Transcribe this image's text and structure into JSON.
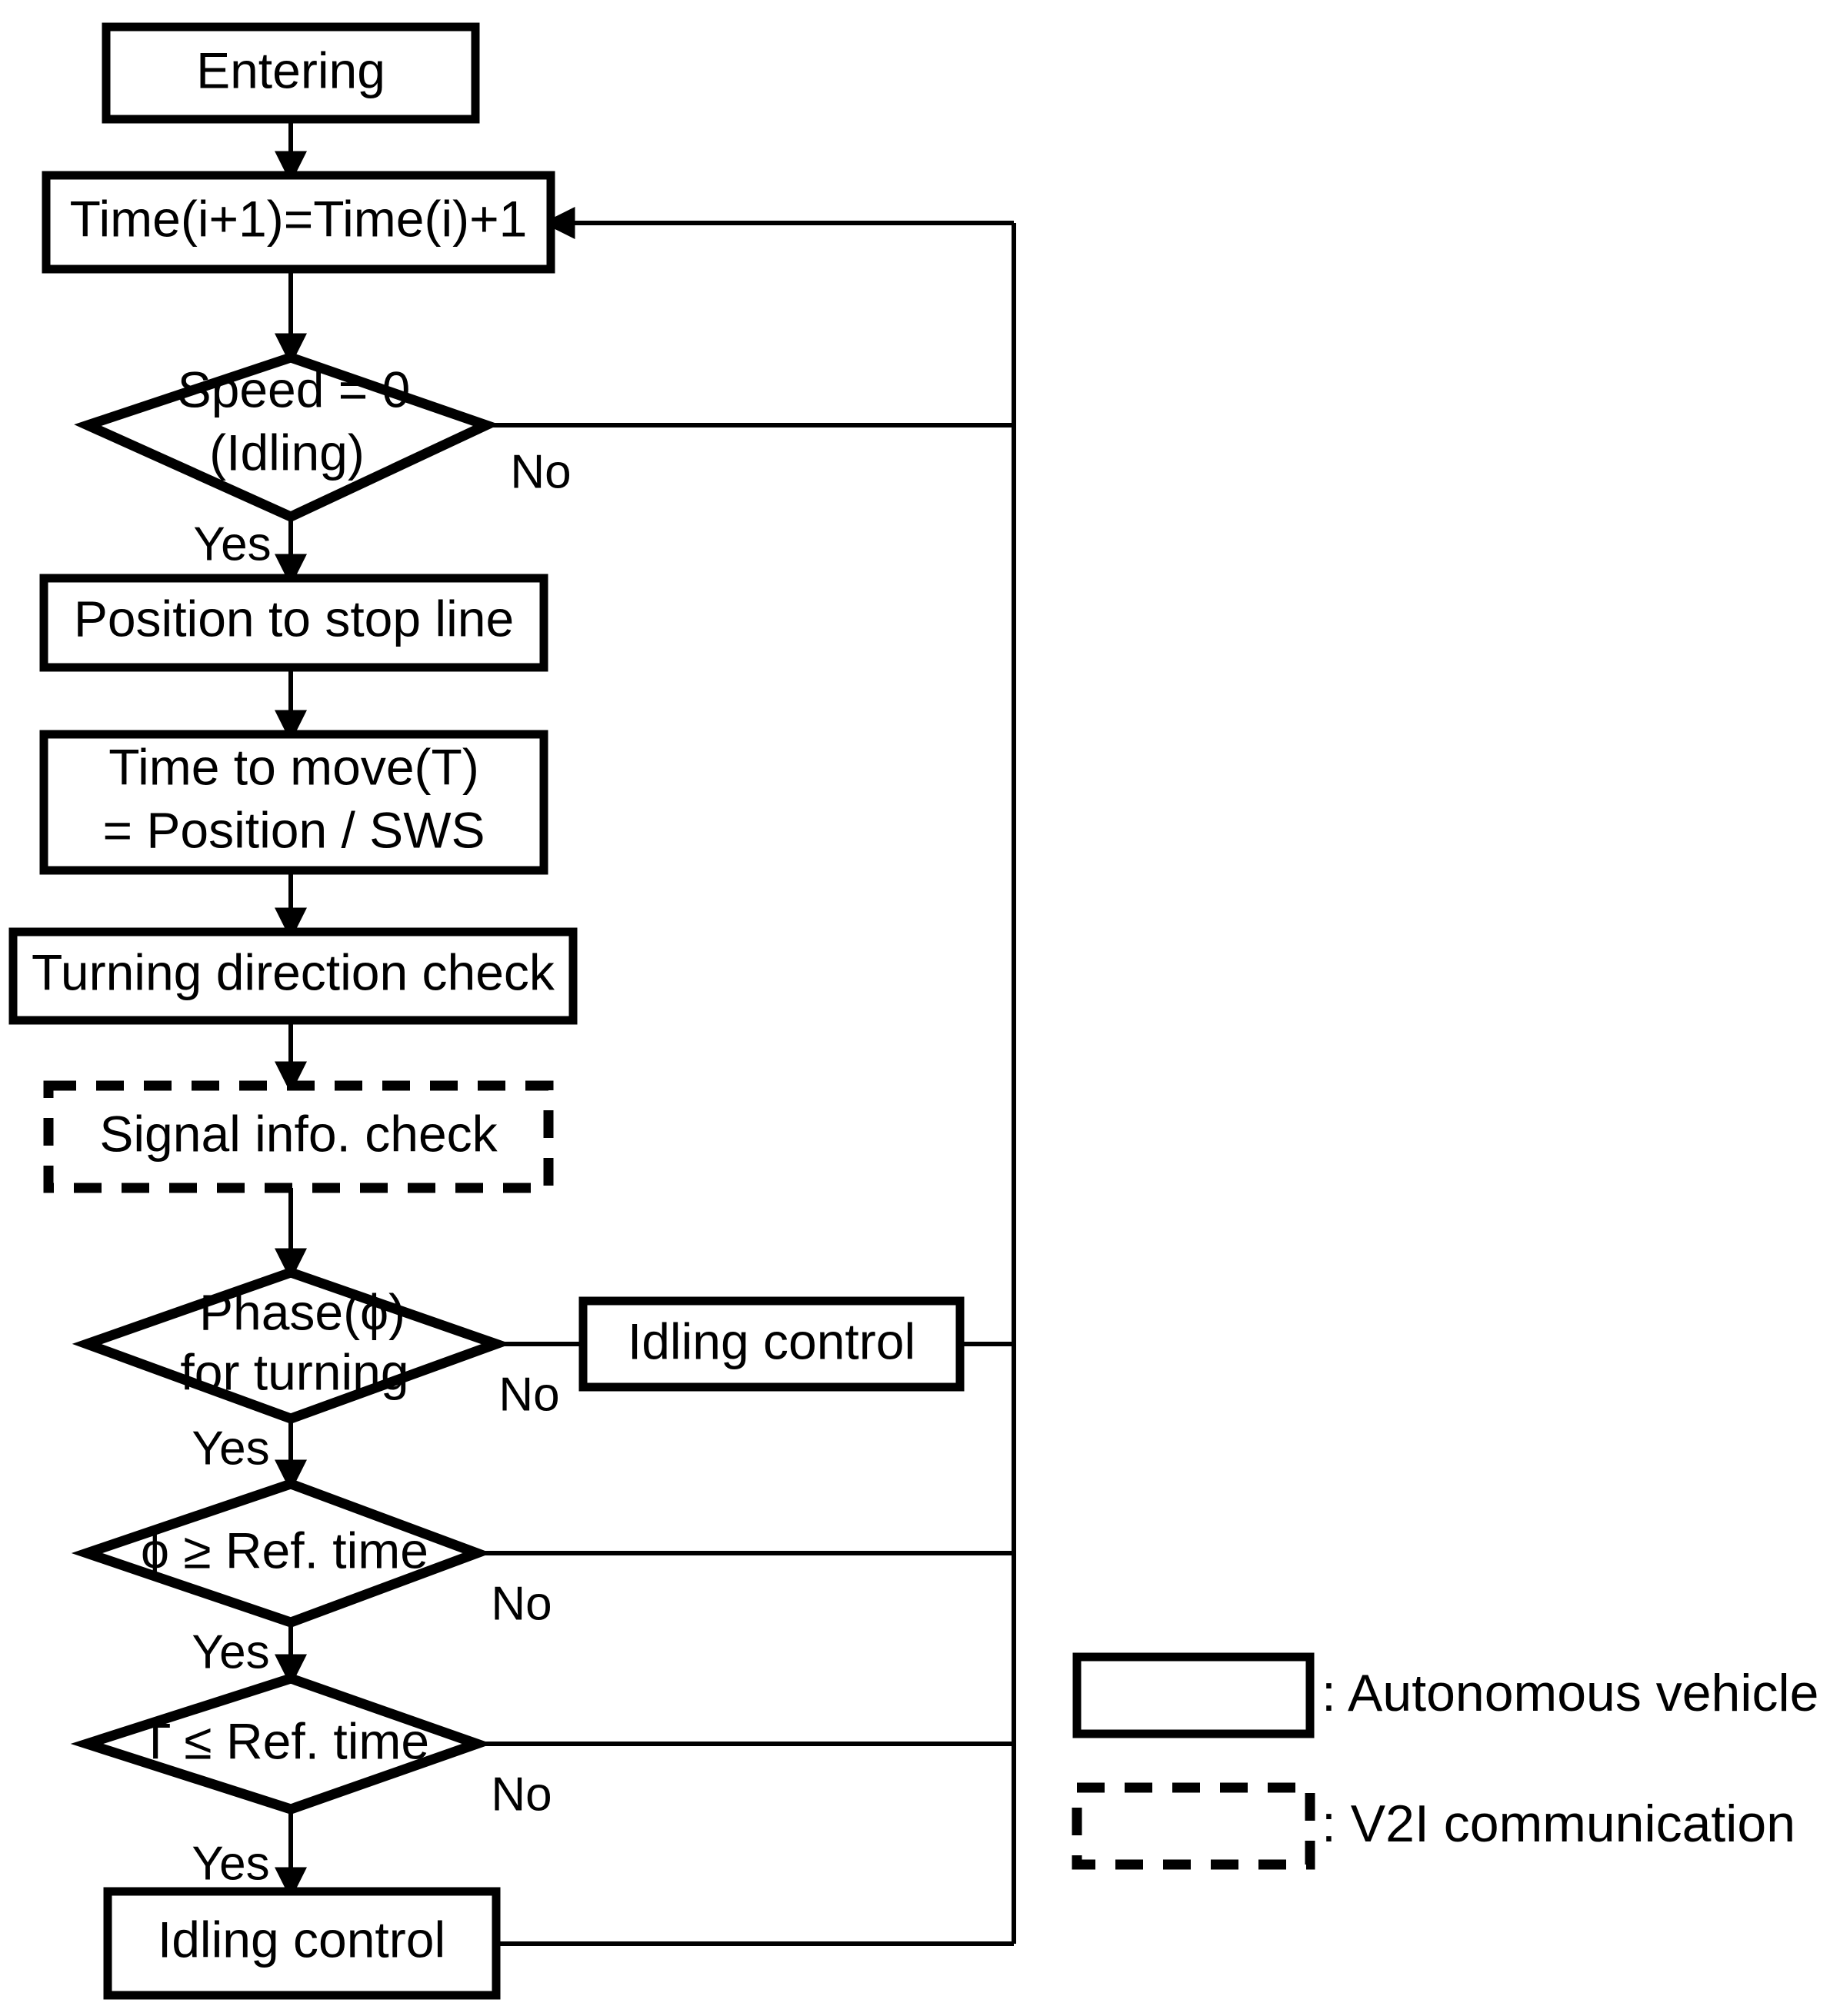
{
  "diagram": {
    "title": "Autonomous vehicle idling control flowchart",
    "nodes": {
      "entering": "Entering",
      "time_update": "Time(i+1)=Time(i)+1",
      "speed_check_l1": "Speed = 0",
      "speed_check_l2": "(Idling)",
      "position_stop_line": "Position to stop line",
      "time_to_move_l1": "Time to move(T)",
      "time_to_move_l2": "= Position / SWS",
      "turning_direction_check": "Turning direction check",
      "signal_info_check": "Signal info. check",
      "phase_turning_l1": "Phase(ϕ)",
      "phase_turning_l2": "for turning",
      "idling_control_right": "Idling control",
      "phase_ref_time": "ϕ ≥ Ref. time",
      "t_ref_time": "T ≤ Ref. time",
      "idling_control_bottom": "Idling control"
    },
    "edge_labels": {
      "speed_no": "No",
      "speed_yes": "Yes",
      "phase_no": "No",
      "phase_yes": "Yes",
      "phi_ref_no": "No",
      "phi_ref_yes": "Yes",
      "t_ref_no": "No",
      "t_ref_yes": "Yes"
    },
    "legend": {
      "solid": ": Autonomous vehicle",
      "dashed": ": V2I communication"
    },
    "colors": {
      "stroke": "#000000",
      "fill": "#ffffff",
      "background": "#ffffff"
    }
  }
}
